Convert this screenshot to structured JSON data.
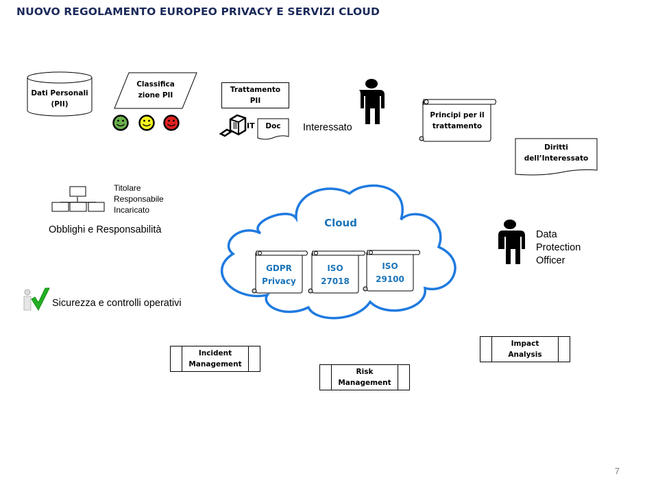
{
  "slide": {
    "title": "NUOVO REGOLAMENTO  EUROPEO PRIVACY E SERVIZI CLOUD",
    "page_number": "7"
  },
  "shapes": {
    "dati_personali": [
      "Dati Personali",
      "(PII)"
    ],
    "classificazione": [
      "Classifica",
      "zione PII"
    ],
    "smileys": [
      {
        "name": "green-smiley",
        "color": "#6ab04c"
      },
      {
        "name": "yellow-smiley",
        "color": "#f5f51e"
      },
      {
        "name": "red-smiley",
        "color": "#e02020"
      }
    ],
    "trattamento": [
      "Trattamento",
      "PII"
    ],
    "it_label": "IT",
    "doc_label": "Doc",
    "interessato": "Interessato",
    "principi": [
      "Principi  per il",
      "trattamento"
    ],
    "diritti": [
      "Diritti",
      "dell’Interessato"
    ],
    "org_roles": [
      "Titolare",
      "Responsabile",
      "Incaricato"
    ],
    "obblighi": "Obblighi e Responsabilità",
    "sicurezza": "Sicurezza  e  controlli  operativi",
    "dpo": [
      "Data",
      "Protection",
      "Officer"
    ],
    "cloud": {
      "label": "Cloud",
      "color": "#1a73e8",
      "scrolls": [
        [
          "GDPR",
          "Privacy"
        ],
        [
          "ISO",
          "27018"
        ],
        [
          "ISO",
          "29100"
        ]
      ]
    },
    "processes": {
      "incident": [
        "Incident",
        "Management"
      ],
      "risk": [
        "Risk",
        "Management"
      ],
      "impact": [
        "Impact",
        "Analysis"
      ]
    }
  }
}
